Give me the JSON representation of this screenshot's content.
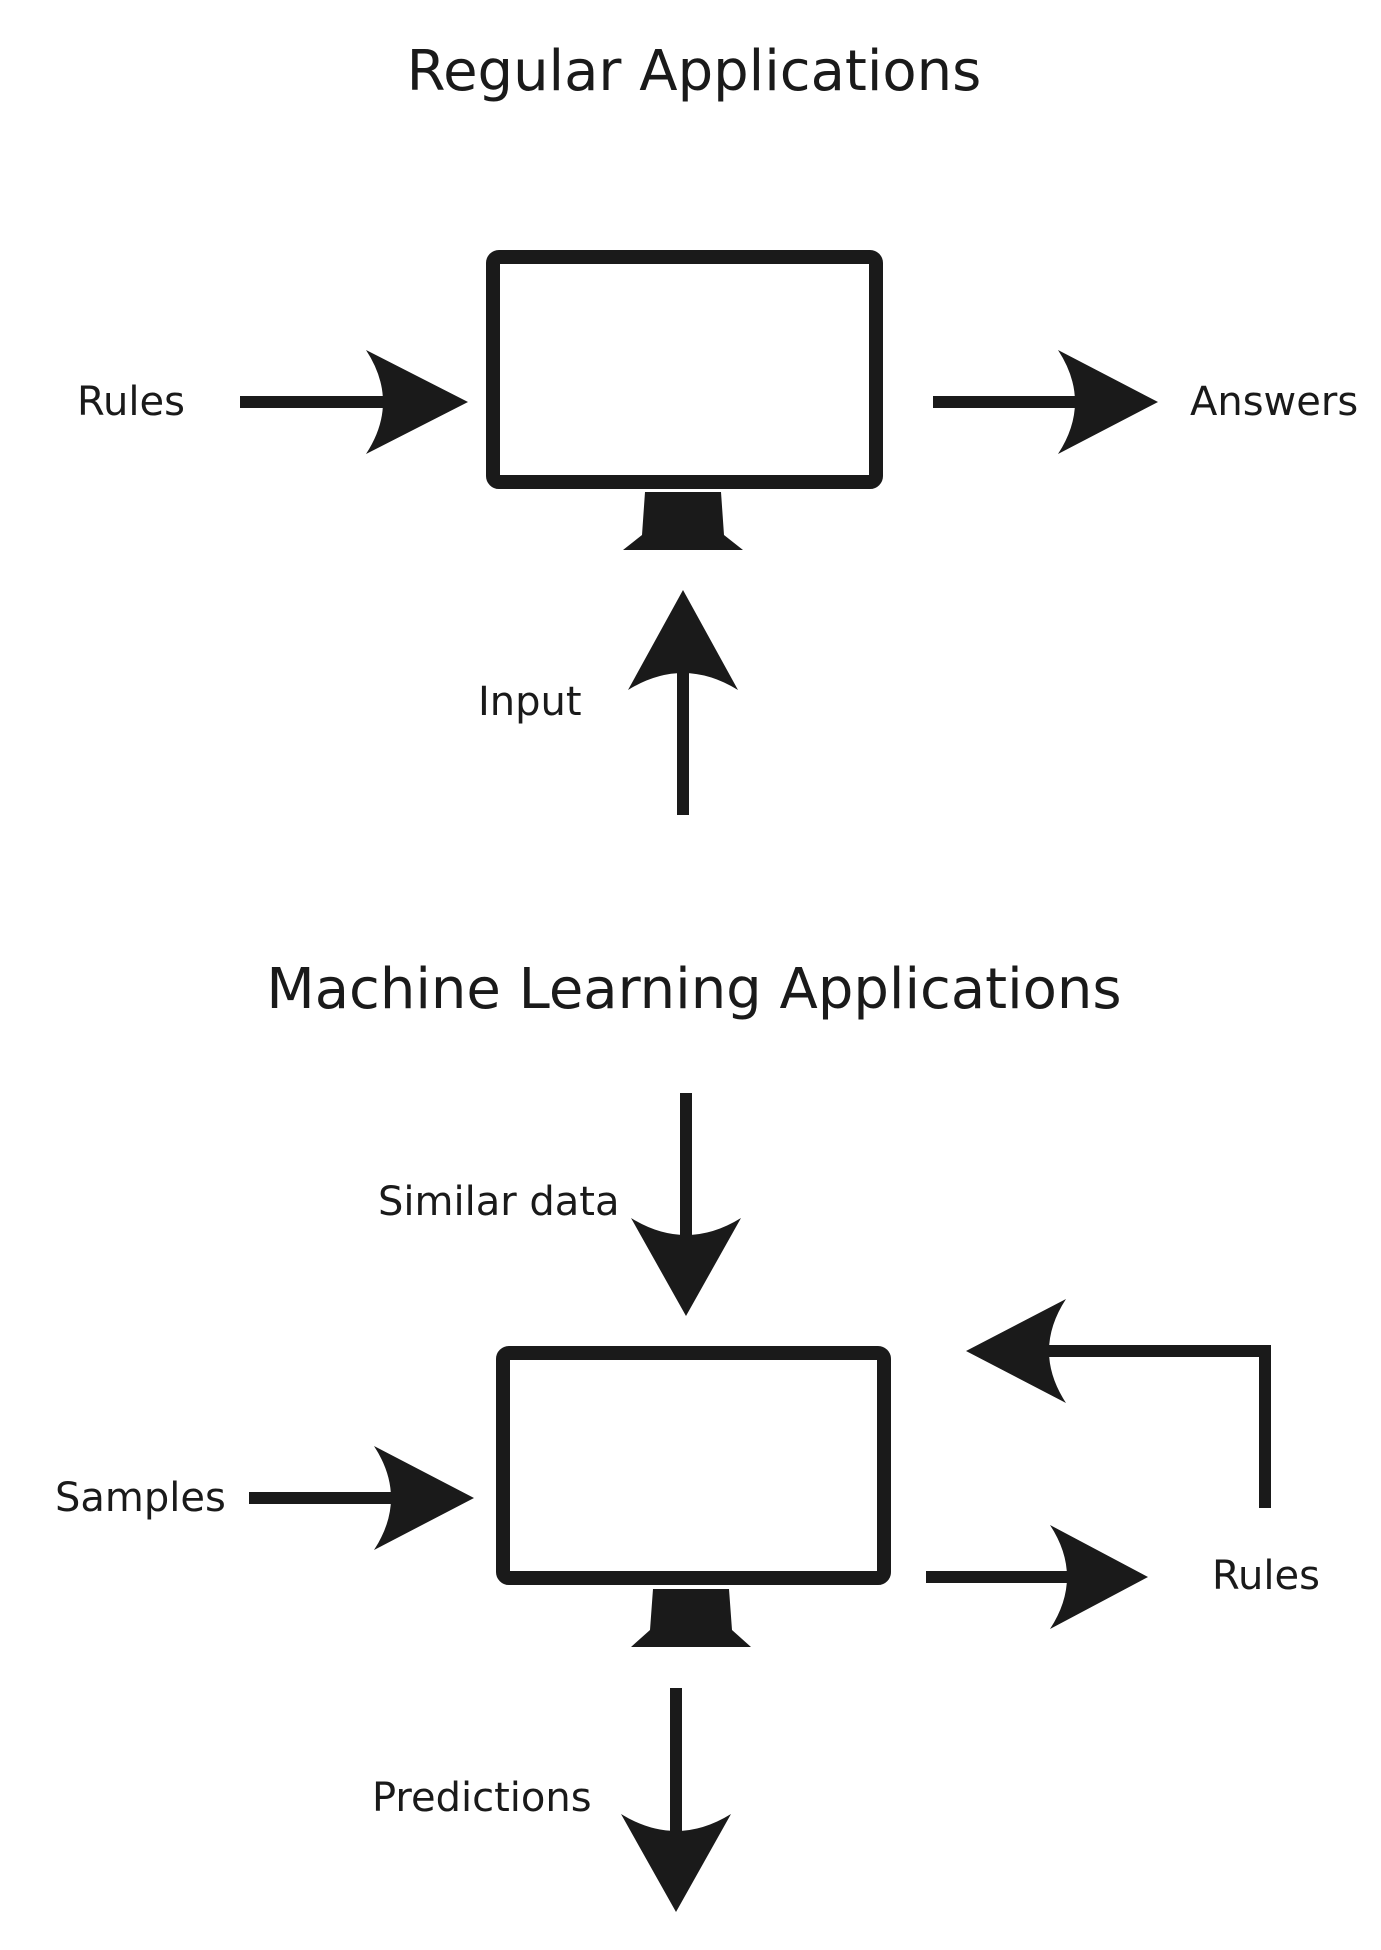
{
  "sections": {
    "regular": {
      "title": "Regular Applications",
      "left_label": "Rules",
      "right_label": "Answers",
      "bottom_label": "Input"
    },
    "machine_learning": {
      "title": "Machine Learning Applications",
      "top_label": "Similar data",
      "left_label": "Samples",
      "right_label": "Rules",
      "bottom_label": "Predictions"
    }
  },
  "colors": {
    "ink": "#1a1a1a",
    "background": "#ffffff"
  },
  "icons": {
    "monitor": "monitor-icon",
    "arrow": "arrow-icon"
  }
}
